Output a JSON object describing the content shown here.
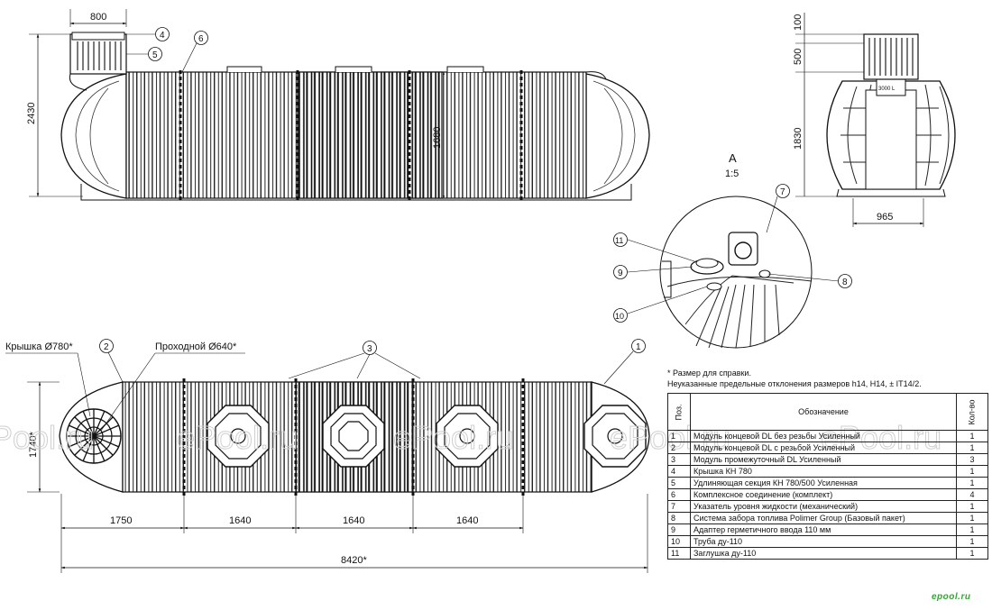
{
  "dimensions": {
    "top_width": "800",
    "total_height": "2430",
    "inner_height": "1680",
    "side_100": "100",
    "side_500": "500",
    "side_1830": "1830",
    "side_width": "965",
    "plan_height": "1740*",
    "seg_1": "1750",
    "seg_2": "1640",
    "seg_3": "1640",
    "seg_4": "1640",
    "total_length": "8420*"
  },
  "labels": {
    "lid": "Крышка Ø780*",
    "passage": "Проходной Ø640*",
    "detail_title": "A",
    "detail_scale": "1:5",
    "side_plate": "3000 L"
  },
  "callouts": [
    "1",
    "2",
    "3",
    "4",
    "5",
    "6",
    "7",
    "8",
    "9",
    "10",
    "11"
  ],
  "notes": {
    "line1": "* Размер для справки.",
    "line2": "Неуказанные предельные отклонения размеров h14, H14, ± IT14/2."
  },
  "table": {
    "col_pos": "Поз.",
    "col_name": "Обозначение",
    "col_qty": "Кол-во",
    "rows": [
      {
        "pos": "1",
        "name": "Модуль концевой DL без резьбы Усиленный",
        "qty": "1"
      },
      {
        "pos": "2",
        "name": "Модуль концевой DL с резьбой Усиленный",
        "qty": "1"
      },
      {
        "pos": "3",
        "name": "Модуль промежуточный DL Усиленный",
        "qty": "3"
      },
      {
        "pos": "4",
        "name": "Крышка КН 780",
        "qty": "1"
      },
      {
        "pos": "5",
        "name": "Удлиняющая секция КН 780/500 Усиленная",
        "qty": "1"
      },
      {
        "pos": "6",
        "name": "Комплексное соединение (комплект)",
        "qty": "4"
      },
      {
        "pos": "7",
        "name": "Указатель уровня жидкости (механический)",
        "qty": "1"
      },
      {
        "pos": "8",
        "name": "Система забора топлива Polimer Group (Базовый пакет)",
        "qty": "1"
      },
      {
        "pos": "9",
        "name": "Адаптер герметичного ввода 110 мм",
        "qty": "1"
      },
      {
        "pos": "10",
        "name": "Труба ду-110",
        "qty": "1"
      },
      {
        "pos": "11",
        "name": "Заглушка ду-110",
        "qty": "1"
      }
    ]
  },
  "watermark": "ePool.ru",
  "brand": "epool.ru"
}
